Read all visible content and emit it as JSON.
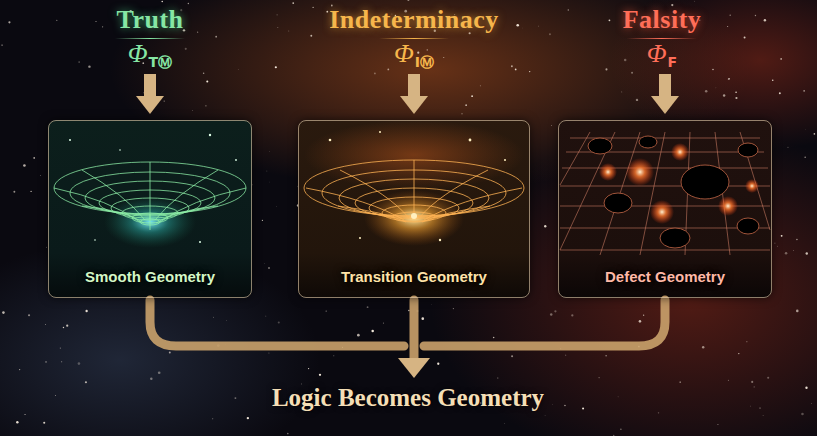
{
  "diagram": {
    "caption": "Logic Becomes Geometry",
    "nodes": [
      {
        "text": [
          "Smooth Geometry"
        ]
      },
      {
        "text": [
          "Transition Geometry"
        ]
      },
      {
        "text": [
          "Defect Geometry"
        ]
      }
    ],
    "labels": [
      "Truth",
      "Φ",
      "TⓂ",
      "Indeterminacy",
      "Φ",
      "IⓂ",
      "Falsity",
      "Φ",
      "F"
    ]
  }
}
